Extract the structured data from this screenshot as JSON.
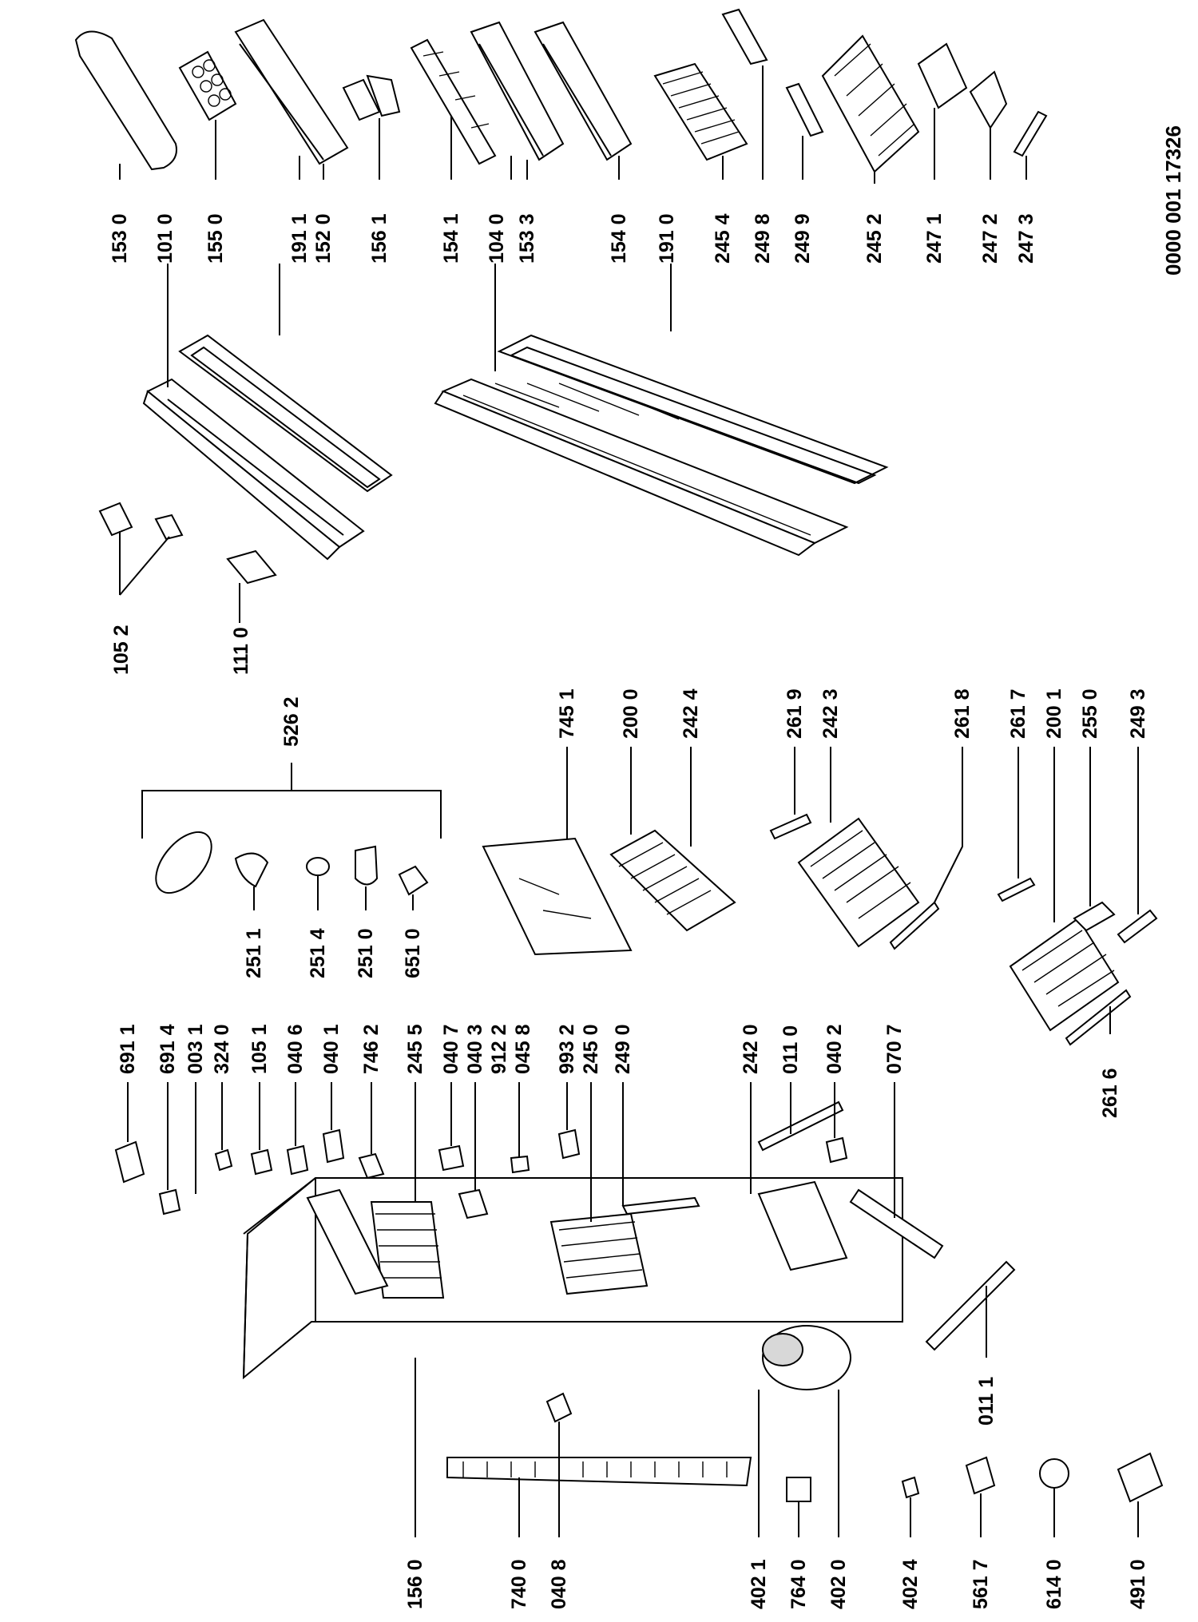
{
  "document_number": "0000  001 17326",
  "bracket_group_label": "526 2",
  "labels": {
    "p153_0": "153 0",
    "p101_0": "101 0",
    "p155_0": "155 0",
    "p191_1": "191 1",
    "p152_0": "152 0",
    "p156_1": "156 1",
    "p154_1": "154 1",
    "p104_0": "104 0",
    "p153_3": "153 3",
    "p154_0": "154 0",
    "p191_0": "191 0",
    "p245_4": "245 4",
    "p249_8": "249 8",
    "p249_9": "249 9",
    "p245_2": "245 2",
    "p247_1": "247 1",
    "p247_2": "247 2",
    "p247_3": "247 3",
    "p105_2": "105 2",
    "p111_0": "111 0",
    "p251_1": "251 1",
    "p251_4": "251 4",
    "p251_0": "251 0",
    "p651_0": "651 0",
    "p745_1": "745 1",
    "p200_0": "200 0",
    "p242_4": "242 4",
    "p261_9": "261 9",
    "p242_3": "242 3",
    "p261_8": "261 8",
    "p261_7": "261 7",
    "p200_1": "200 1",
    "p255_0": "255 0",
    "p249_3": "249 3",
    "p261_6": "261 6",
    "p691_1": "691 1",
    "p691_4": "691 4",
    "p003_1": "003 1",
    "p324_0": "324 0",
    "p105_1": "105 1",
    "p040_6": "040 6",
    "p040_1": "040 1",
    "p746_2": "746 2",
    "p245_5": "245 5",
    "p040_7": "040 7",
    "p040_3": "040 3",
    "p912_2": "912 2",
    "p045_8": "045 8",
    "p993_2": "993 2",
    "p245_0": "245 0",
    "p249_0": "249 0",
    "p242_0": "242 0",
    "p011_0": "011 0",
    "p040_2": "040 2",
    "p070_7": "070 7",
    "p011_1": "011 1",
    "p156_0": "156 0",
    "p740_0": "740 0",
    "p040_8": "040 8",
    "p402_1": "402 1",
    "p764_0": "764 0",
    "p402_0": "402 0",
    "p402_4": "402 4",
    "p561_7": "561 7",
    "p614_0": "614 0",
    "p491_0": "491 0"
  }
}
